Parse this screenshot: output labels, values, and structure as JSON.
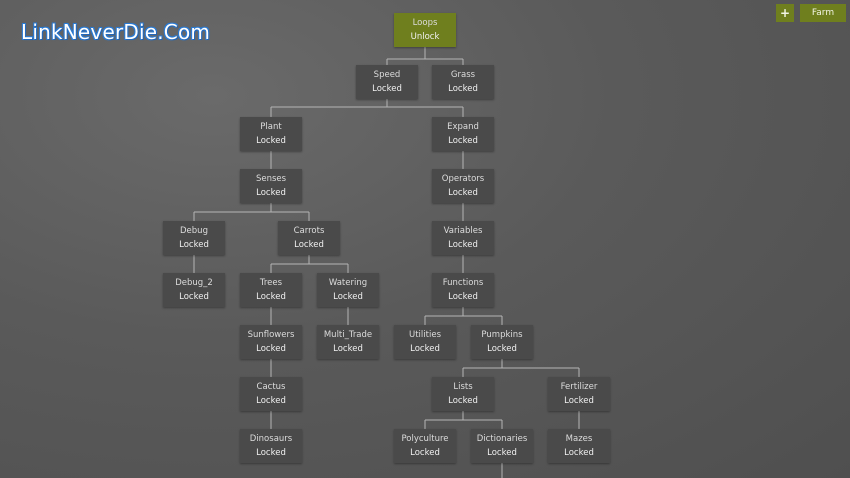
{
  "watermark": "LinkNeverDie.Com",
  "toolbar": {
    "plus_label": "+",
    "farm_label": "Farm"
  },
  "colors": {
    "accent": "#6f7f1e",
    "node_bg": "#4a4a4a",
    "line": "#b5b5b5"
  },
  "nodes": [
    {
      "id": "loops",
      "name": "Loops",
      "status": "Unlock",
      "unlockable": true
    },
    {
      "id": "speed",
      "name": "Speed",
      "status": "Locked"
    },
    {
      "id": "grass",
      "name": "Grass",
      "status": "Locked"
    },
    {
      "id": "plant",
      "name": "Plant",
      "status": "Locked"
    },
    {
      "id": "expand",
      "name": "Expand",
      "status": "Locked"
    },
    {
      "id": "senses",
      "name": "Senses",
      "status": "Locked"
    },
    {
      "id": "operators",
      "name": "Operators",
      "status": "Locked"
    },
    {
      "id": "debug",
      "name": "Debug",
      "status": "Locked"
    },
    {
      "id": "carrots",
      "name": "Carrots",
      "status": "Locked"
    },
    {
      "id": "variables",
      "name": "Variables",
      "status": "Locked"
    },
    {
      "id": "debug_2",
      "name": "Debug_2",
      "status": "Locked"
    },
    {
      "id": "trees",
      "name": "Trees",
      "status": "Locked"
    },
    {
      "id": "watering",
      "name": "Watering",
      "status": "Locked"
    },
    {
      "id": "functions",
      "name": "Functions",
      "status": "Locked"
    },
    {
      "id": "sunflowers",
      "name": "Sunflowers",
      "status": "Locked"
    },
    {
      "id": "multi_trade",
      "name": "Multi_Trade",
      "status": "Locked"
    },
    {
      "id": "utilities",
      "name": "Utilities",
      "status": "Locked"
    },
    {
      "id": "pumpkins",
      "name": "Pumpkins",
      "status": "Locked"
    },
    {
      "id": "cactus",
      "name": "Cactus",
      "status": "Locked"
    },
    {
      "id": "lists",
      "name": "Lists",
      "status": "Locked"
    },
    {
      "id": "fertilizer",
      "name": "Fertilizer",
      "status": "Locked"
    },
    {
      "id": "dinosaurs",
      "name": "Dinosaurs",
      "status": "Locked"
    },
    {
      "id": "polyculture",
      "name": "Polyculture",
      "status": "Locked"
    },
    {
      "id": "dictionaries",
      "name": "Dictionaries",
      "status": "Locked"
    },
    {
      "id": "mazes",
      "name": "Mazes",
      "status": "Locked"
    }
  ]
}
